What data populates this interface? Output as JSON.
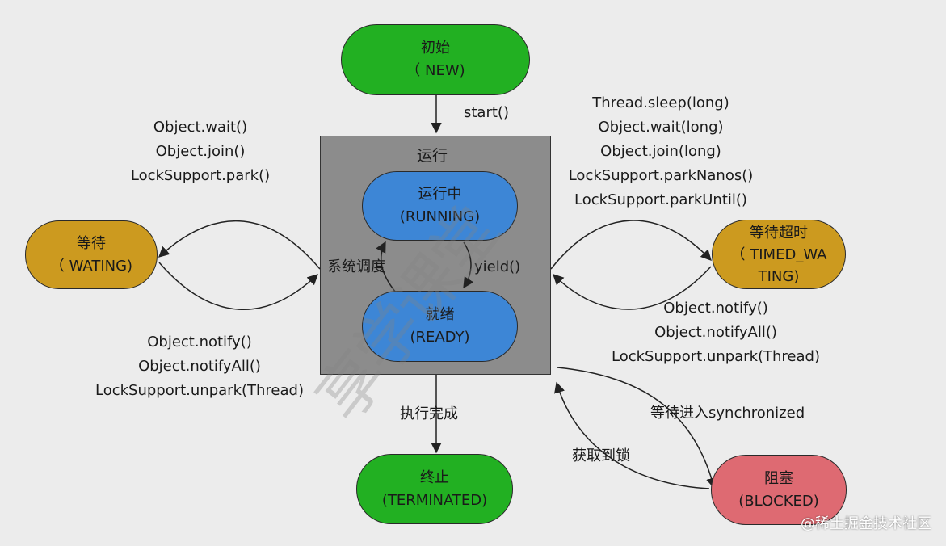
{
  "states": {
    "new": {
      "name": "初始",
      "code": "（ NEW)"
    },
    "running_group": {
      "name": "运行"
    },
    "running": {
      "name": "运行中",
      "code": "(RUNNING)"
    },
    "ready": {
      "name": "就绪",
      "code": "(READY)"
    },
    "waiting": {
      "name": "等待",
      "code": "（ WATING)"
    },
    "timed_waiting": {
      "name": "等待超时",
      "code_line1": "（ TIMED_WA",
      "code_line2": "TING)"
    },
    "terminated": {
      "name": "终止",
      "code": "(TERMINATED)"
    },
    "blocked": {
      "name": "阻塞",
      "code": "(BLOCKED)"
    }
  },
  "transitions": {
    "start": "start()",
    "scheduling": "系统调度",
    "yield": "yield()",
    "finish": "执行完成",
    "to_waiting": [
      "Object.wait()",
      "Object.join()",
      "LockSupport.park()"
    ],
    "from_waiting": [
      "Object.notify()",
      "Object.notifyAll()",
      "LockSupport.unpark(Thread)"
    ],
    "to_timed_waiting": [
      "Thread.sleep(long)",
      "Object.wait(long)",
      "Object.join(long)",
      "LockSupport.parkNanos()",
      "LockSupport.parkUntil()"
    ],
    "from_timed_waiting": [
      "Object.notify()",
      "Object.notifyAll()",
      "LockSupport.unpark(Thread)"
    ],
    "to_blocked": "等待进入synchronized",
    "from_blocked": "获取到锁"
  },
  "watermark": "享学课堂",
  "credit": "@稀土掘金技术社区",
  "colors": {
    "background": "#ececec",
    "green": "#22b022",
    "blue": "#3d86d6",
    "gold": "#cc9a1f",
    "red": "#de6a72",
    "gray_box": "#8c8c8c"
  }
}
